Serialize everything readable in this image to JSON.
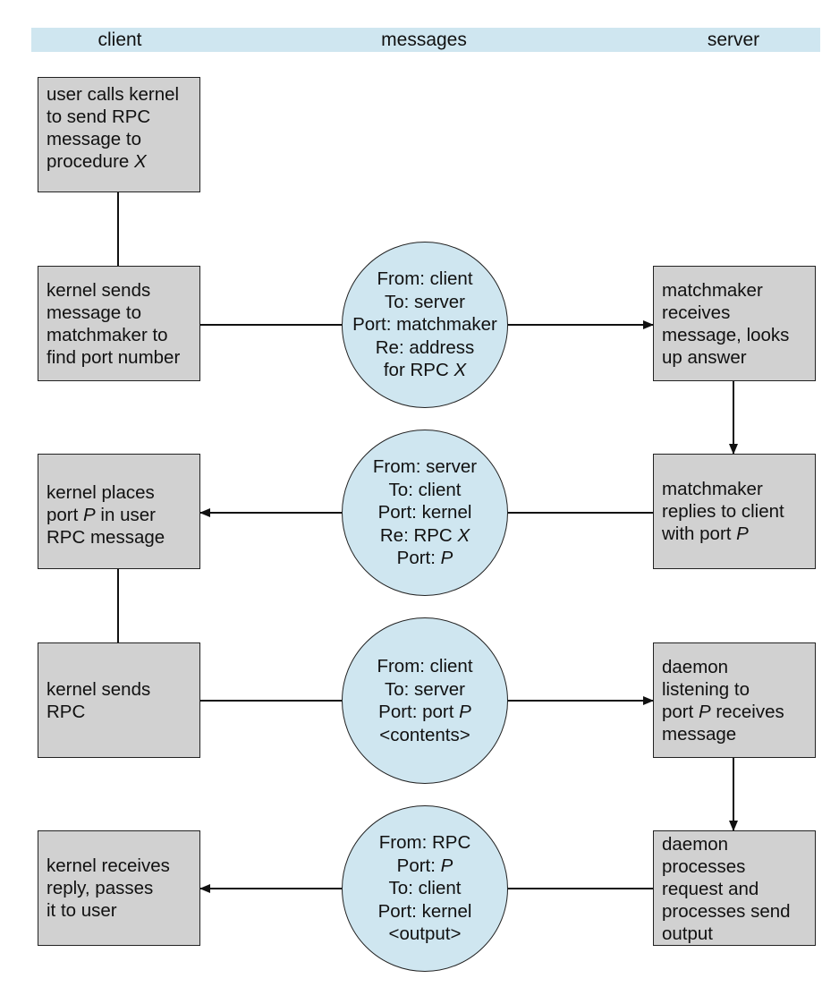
{
  "header": {
    "client": "client",
    "messages": "messages",
    "server": "server"
  },
  "client_boxes": [
    {
      "text": "user calls kernel\nto send RPC\nmessage to\nprocedure ",
      "italic": "X",
      "suffix": ""
    },
    {
      "text": "kernel sends\nmessage to\nmatchmaker to\nfind port number",
      "italic": "",
      "suffix": ""
    },
    {
      "text": "kernel places\nport ",
      "italic": "P",
      "suffix": " in user\nRPC message"
    },
    {
      "text": "kernel sends\nRPC",
      "italic": "",
      "suffix": ""
    },
    {
      "text": "kernel receives\nreply, passes\nit to user",
      "italic": "",
      "suffix": ""
    }
  ],
  "server_boxes": [
    {
      "text": "matchmaker\nreceives\nmessage, looks\nup answer",
      "italic": "",
      "suffix": ""
    },
    {
      "text": "matchmaker\nreplies to client\nwith port ",
      "italic": "P",
      "suffix": ""
    },
    {
      "text": "daemon\nlistening to\nport ",
      "italic": "P",
      "suffix": " receives\nmessage"
    },
    {
      "text": "daemon\nprocesses\nrequest and\nprocesses send\noutput",
      "italic": "",
      "suffix": ""
    }
  ],
  "messages": [
    {
      "lines": [
        {
          "text": "From: client",
          "italic": ""
        },
        {
          "text": "To: server",
          "italic": ""
        },
        {
          "text": "Port: matchmaker",
          "italic": ""
        },
        {
          "text": "Re: address",
          "italic": ""
        },
        {
          "text": "for RPC ",
          "italic": "X"
        }
      ]
    },
    {
      "lines": [
        {
          "text": "From: server",
          "italic": ""
        },
        {
          "text": "To: client",
          "italic": ""
        },
        {
          "text": "Port: kernel",
          "italic": ""
        },
        {
          "text": "Re: RPC ",
          "italic": "X"
        },
        {
          "text": "Port: ",
          "italic": "P"
        }
      ]
    },
    {
      "lines": [
        {
          "text": "From: client",
          "italic": ""
        },
        {
          "text": "To: server",
          "italic": ""
        },
        {
          "text": "Port: port ",
          "italic": "P"
        },
        {
          "text": "<contents>",
          "italic": ""
        }
      ]
    },
    {
      "lines": [
        {
          "text": "From: RPC",
          "italic": ""
        },
        {
          "text": "Port: ",
          "italic": "P"
        },
        {
          "text": "To: client",
          "italic": ""
        },
        {
          "text": "Port: kernel",
          "italic": ""
        },
        {
          "text": "<output>",
          "italic": ""
        }
      ]
    }
  ]
}
